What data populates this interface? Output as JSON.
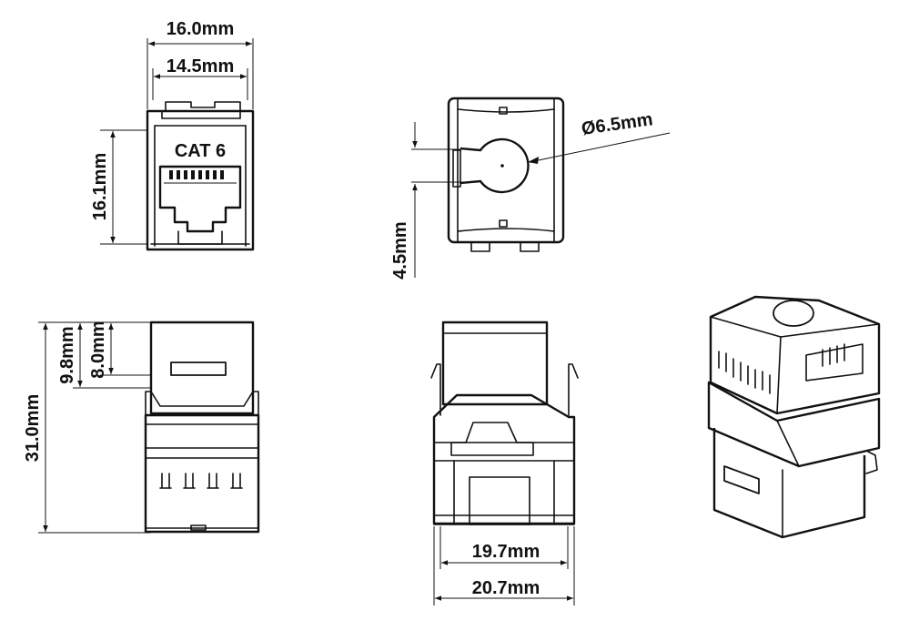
{
  "front_view": {
    "width_outer": "16.0mm",
    "width_inner": "14.5mm",
    "height": "16.1mm",
    "label": "CAT 6"
  },
  "side_view": {
    "diameter": "Ø6.5mm",
    "opening": "4.5mm"
  },
  "top_view": {
    "length": "31.0mm",
    "window_outer": "9.8mm",
    "window_inner": "8.0mm"
  },
  "back_view": {
    "width_inner": "19.7mm",
    "width_outer": "20.7mm"
  }
}
